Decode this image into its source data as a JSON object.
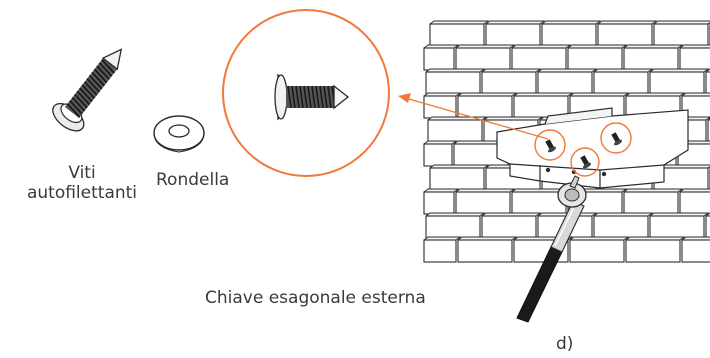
{
  "labels": {
    "screw_line1": "Viti",
    "screw_line2": "autofilettanti",
    "washer": "Rondella",
    "wrench": "Chiave esagonale esterna",
    "step": "d)"
  },
  "colors": {
    "accent": "#F0793A",
    "line": "#2b2b2b",
    "text": "#3a3a3a"
  },
  "icons": [
    "screw-icon",
    "washer-icon",
    "magnified-screw-icon",
    "brick-wall",
    "mounting-bracket",
    "hex-wrench-icon"
  ]
}
